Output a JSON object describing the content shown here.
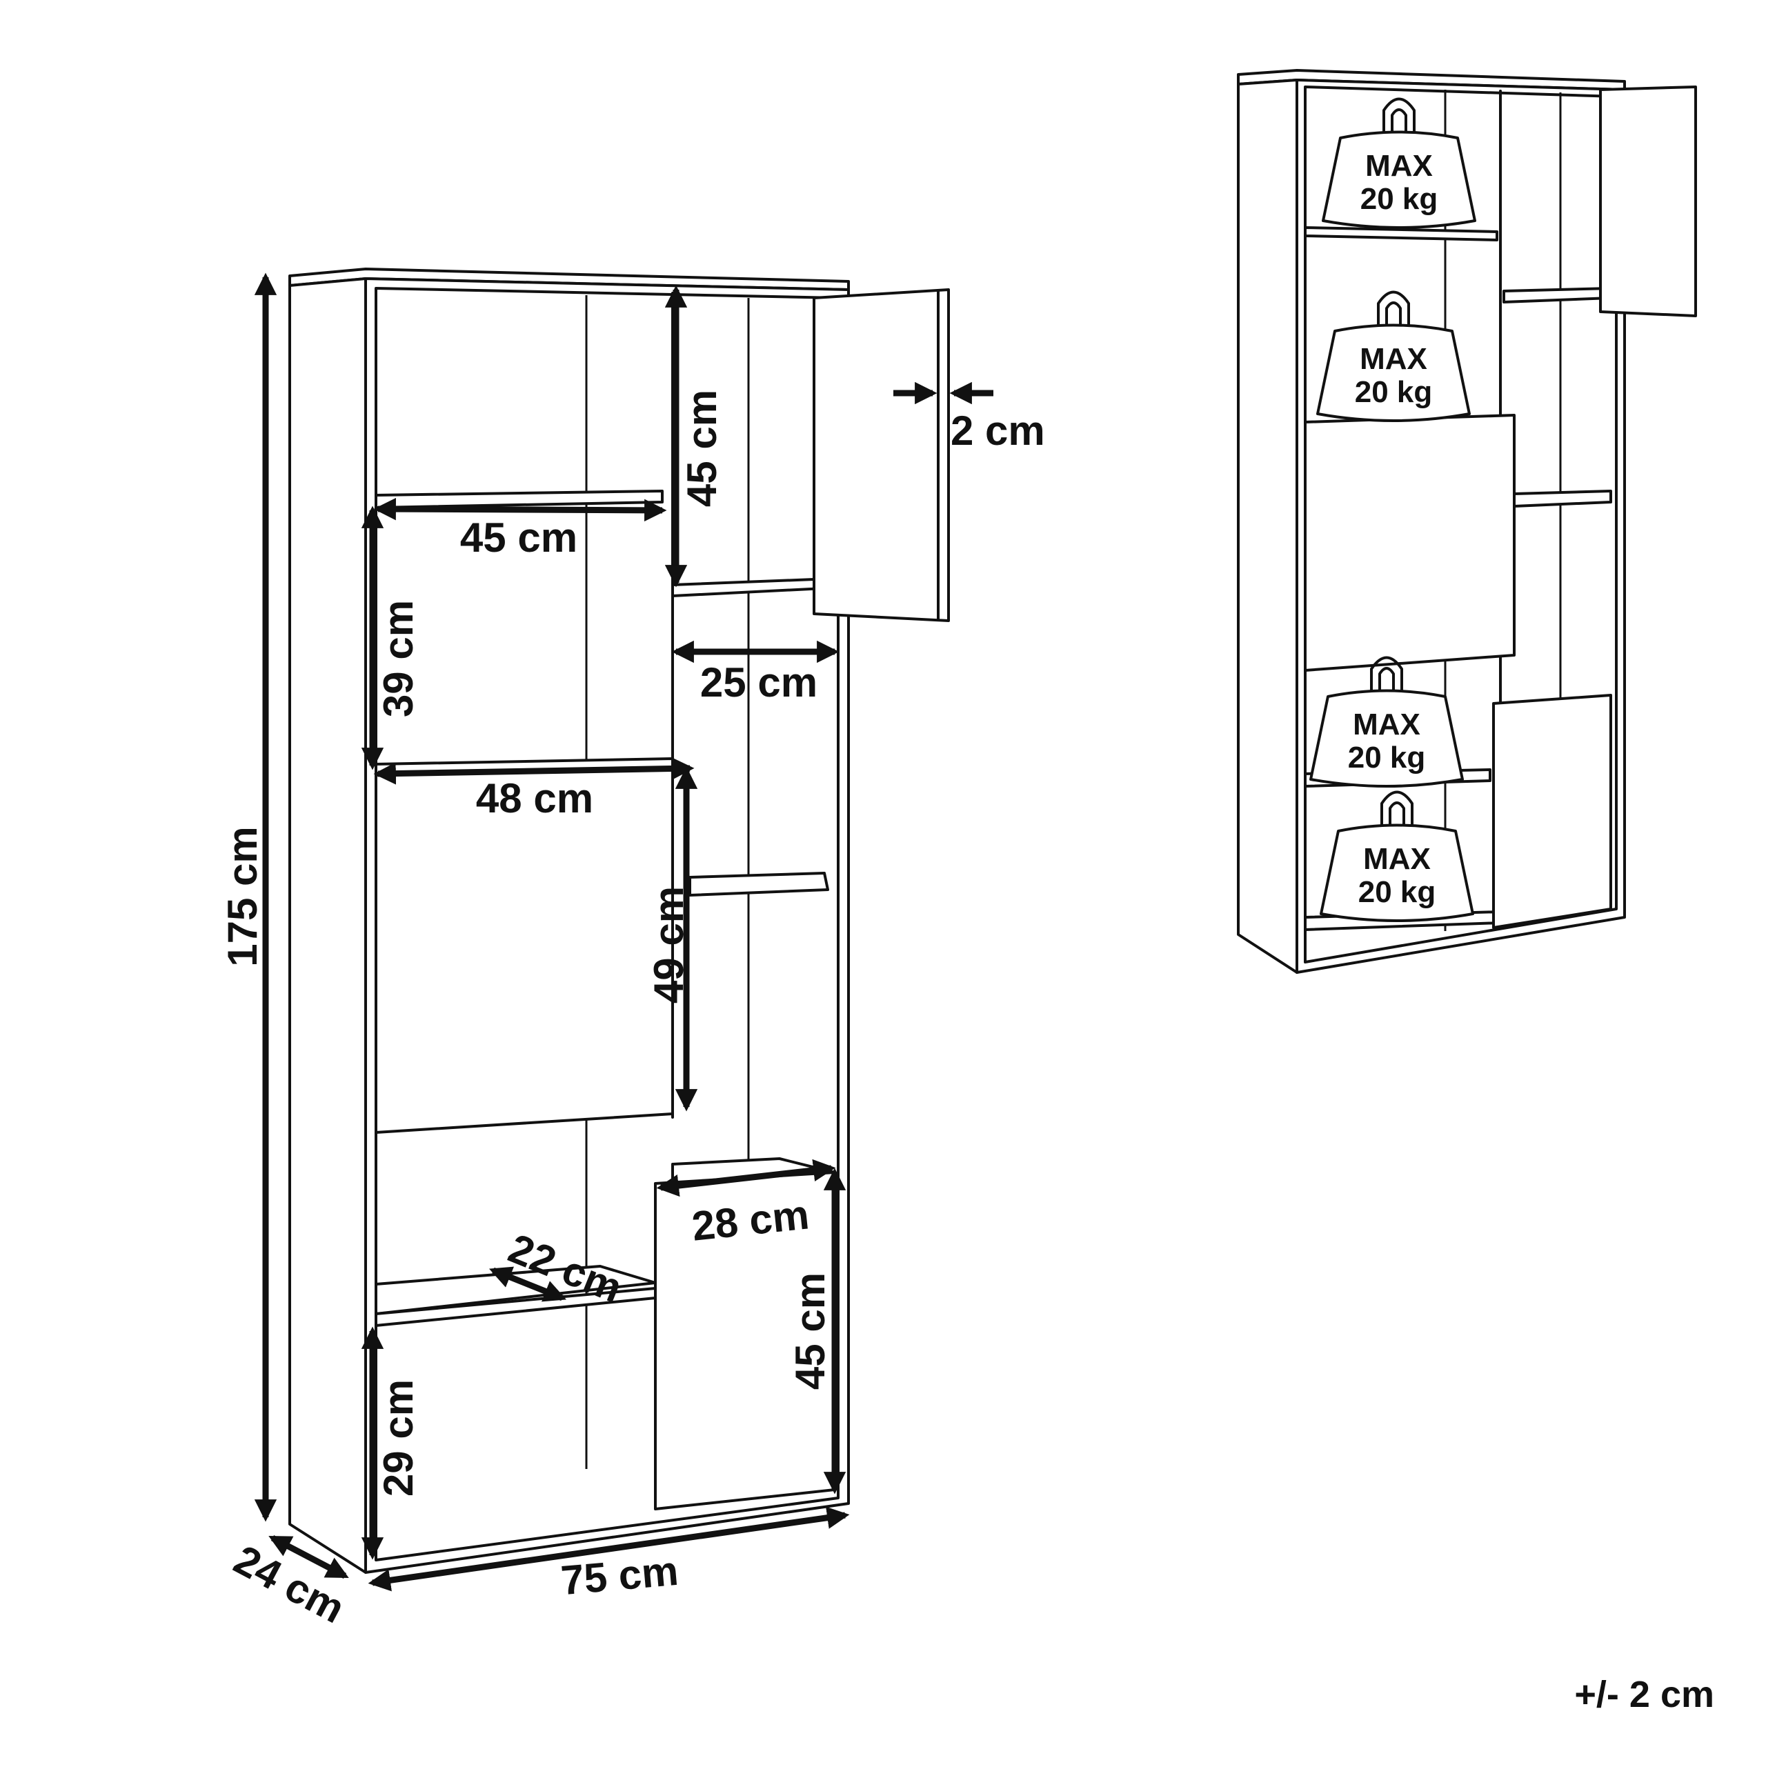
{
  "dimensions": {
    "height_total": "175 cm",
    "width_total": "75 cm",
    "depth": "24 cm",
    "door_thickness": "2 cm",
    "top_right_height": "45 cm",
    "top_left_width": "45 cm",
    "left_compartment_height": "39 cm",
    "middle_width": "48 cm",
    "middle_height": "49 cm",
    "right_compartment_width": "25 cm",
    "lower_right_width": "28 cm",
    "lower_right_height": "45 cm",
    "shelf_depth": "22 cm",
    "bottom_left_height": "29 cm"
  },
  "load": {
    "line1": "MAX",
    "line2": "20 kg",
    "count": 4
  },
  "tolerance": "+/- 2 cm"
}
